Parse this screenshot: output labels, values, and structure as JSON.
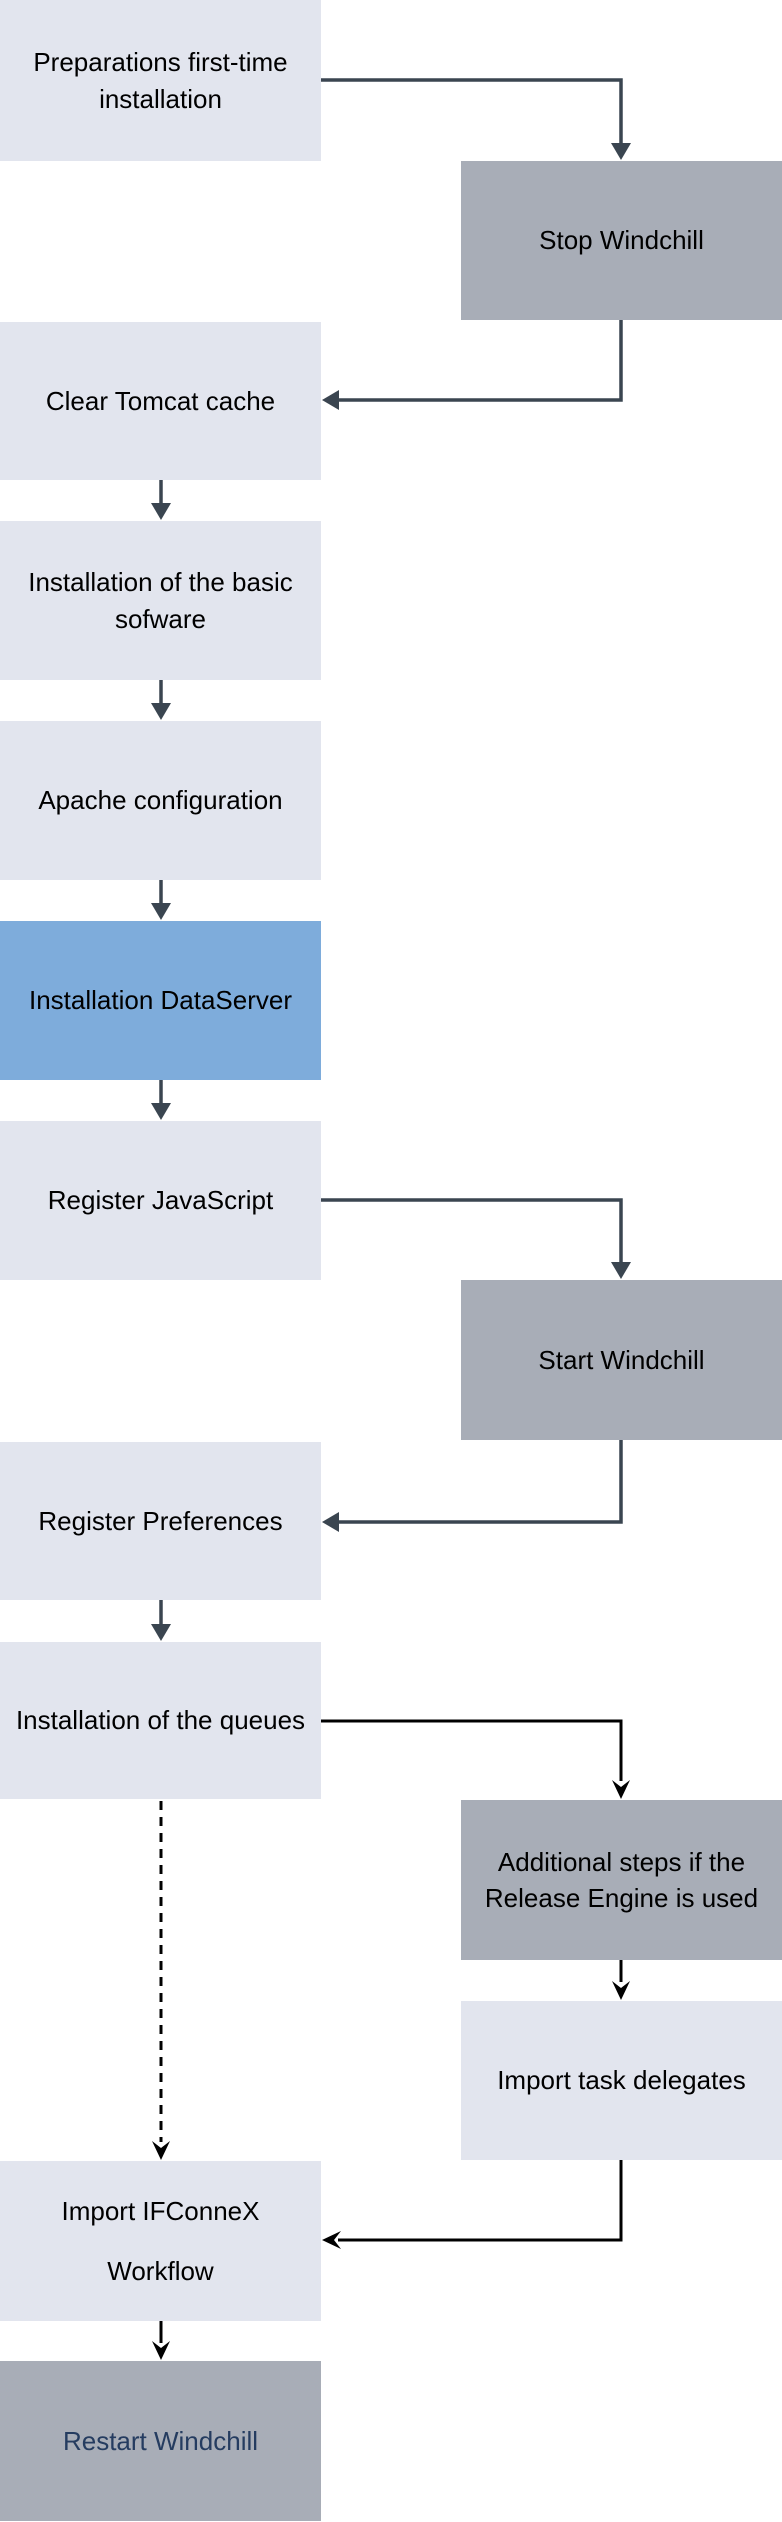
{
  "colors": {
    "background": "#ffffff",
    "node_light": "#e2e5ee",
    "node_gray": "#a8adb7",
    "node_blue": "#7eacdb",
    "arrow_primary": "#3a4550",
    "arrow_secondary": "#000000",
    "text_default": "#000000",
    "text_restart": "#253c60"
  },
  "nodes": [
    {
      "id": "preparations",
      "label": "Preparations first-time installation",
      "variant": "light"
    },
    {
      "id": "stop-windchill",
      "label": "Stop Windchill",
      "variant": "gray"
    },
    {
      "id": "clear-tomcat-cache",
      "label": "Clear Tomcat cache",
      "variant": "light"
    },
    {
      "id": "install-basic-software",
      "label": "Installation of the basic sofware",
      "variant": "light"
    },
    {
      "id": "apache-configuration",
      "label": "Apache configuration",
      "variant": "light"
    },
    {
      "id": "installation-dataserver",
      "label": "Installation DataServer",
      "variant": "blue"
    },
    {
      "id": "register-javascript",
      "label": "Register JavaScript",
      "variant": "light"
    },
    {
      "id": "start-windchill",
      "label": "Start Windchill",
      "variant": "gray"
    },
    {
      "id": "register-preferences",
      "label": "Register Preferences",
      "variant": "light"
    },
    {
      "id": "installation-queues",
      "label": "Installation of the queues",
      "variant": "light"
    },
    {
      "id": "additional-steps-release-engine",
      "label": "Additional steps if the Release Engine is used",
      "variant": "gray"
    },
    {
      "id": "import-task-delegates",
      "label": "Import task delegates",
      "variant": "light"
    },
    {
      "id": "import-ifconnex-workflow",
      "lines": [
        "Import IFConneX",
        "Workflow"
      ],
      "variant": "light"
    },
    {
      "id": "restart-windchill",
      "label": "Restart Windchill",
      "variant": "gray-navy"
    }
  ],
  "edges": [
    {
      "from": "preparations",
      "to": "stop-windchill",
      "style": "solid-slate"
    },
    {
      "from": "stop-windchill",
      "to": "clear-tomcat-cache",
      "style": "solid-slate"
    },
    {
      "from": "clear-tomcat-cache",
      "to": "install-basic-software",
      "style": "solid-slate"
    },
    {
      "from": "install-basic-software",
      "to": "apache-configuration",
      "style": "solid-slate"
    },
    {
      "from": "apache-configuration",
      "to": "installation-dataserver",
      "style": "solid-slate"
    },
    {
      "from": "installation-dataserver",
      "to": "register-javascript",
      "style": "solid-slate"
    },
    {
      "from": "register-javascript",
      "to": "start-windchill",
      "style": "solid-slate"
    },
    {
      "from": "start-windchill",
      "to": "register-preferences",
      "style": "solid-slate"
    },
    {
      "from": "register-preferences",
      "to": "installation-queues",
      "style": "solid-slate"
    },
    {
      "from": "installation-queues",
      "to": "additional-steps-release-engine",
      "style": "solid-black"
    },
    {
      "from": "additional-steps-release-engine",
      "to": "import-task-delegates",
      "style": "solid-black"
    },
    {
      "from": "import-task-delegates",
      "to": "import-ifconnex-workflow",
      "style": "solid-black"
    },
    {
      "from": "installation-queues",
      "to": "import-ifconnex-workflow",
      "style": "dashed-black"
    },
    {
      "from": "import-ifconnex-workflow",
      "to": "restart-windchill",
      "style": "solid-black"
    }
  ]
}
